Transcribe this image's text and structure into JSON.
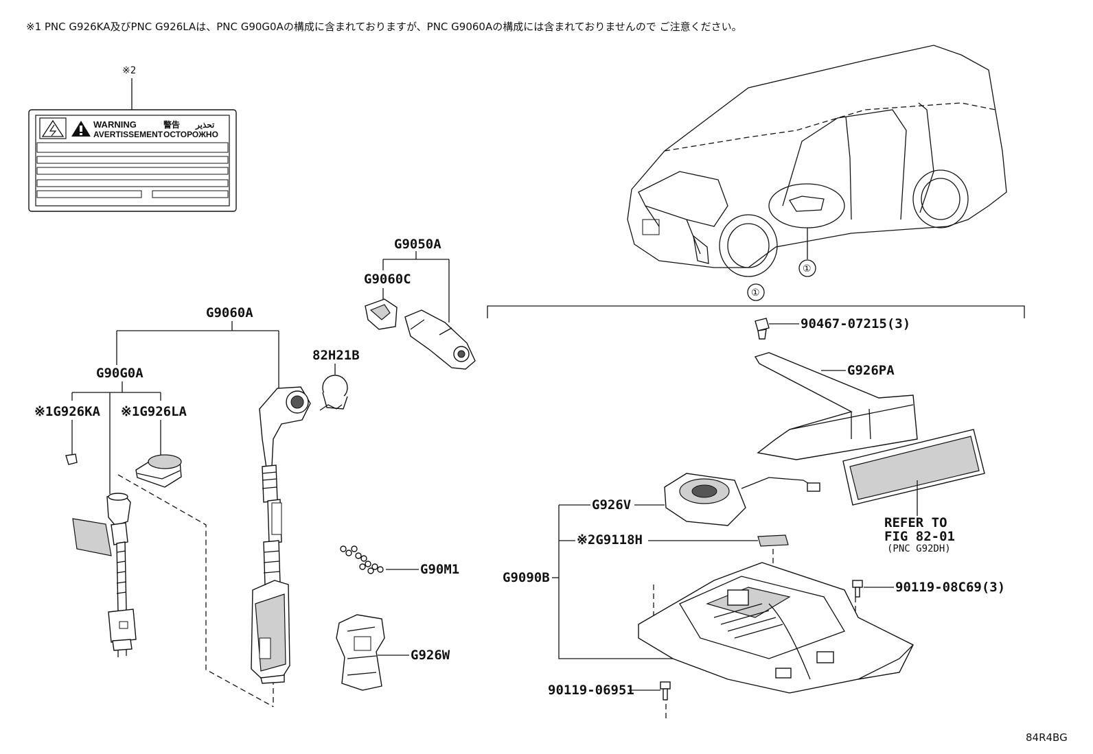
{
  "note1": "※1 PNC G926KA及びPNC G926LAは、PNC G90G0Aの構成に含まれておりますが、PNC G9060Aの構成には含まれておりませんので ご注意ください。",
  "label_marker": "※2",
  "warning_label": {
    "warning": "WARNING",
    "avertissement": "AVERTISSEMENT",
    "jp": "警告",
    "arabic": "تحذير",
    "russian": "ОСТОРОЖНО"
  },
  "parts": {
    "g9050a": "G9050A",
    "g9060c": "G9060C",
    "g9060a": "G9060A",
    "g90g0a": "G90G0A",
    "h82h21b": "82H21B",
    "g926ka": "※1G926KA",
    "g926la": "※1G926LA",
    "g90m1": "G90M1",
    "g926w": "G926W",
    "p90467": "90467-07215(3)",
    "g926pa": "G926PA",
    "g926v": "G926V",
    "g9118h": "※2G9118H",
    "g9090b": "G9090B",
    "p90119_c69": "90119-08C69(3)",
    "p90119_06951": "90119-06951"
  },
  "refer": {
    "line1": "REFER TO",
    "line2": "FIG 82-01",
    "line3": "(PNC G92DH)"
  },
  "callout": "①",
  "diagram_code": "84R4BG"
}
